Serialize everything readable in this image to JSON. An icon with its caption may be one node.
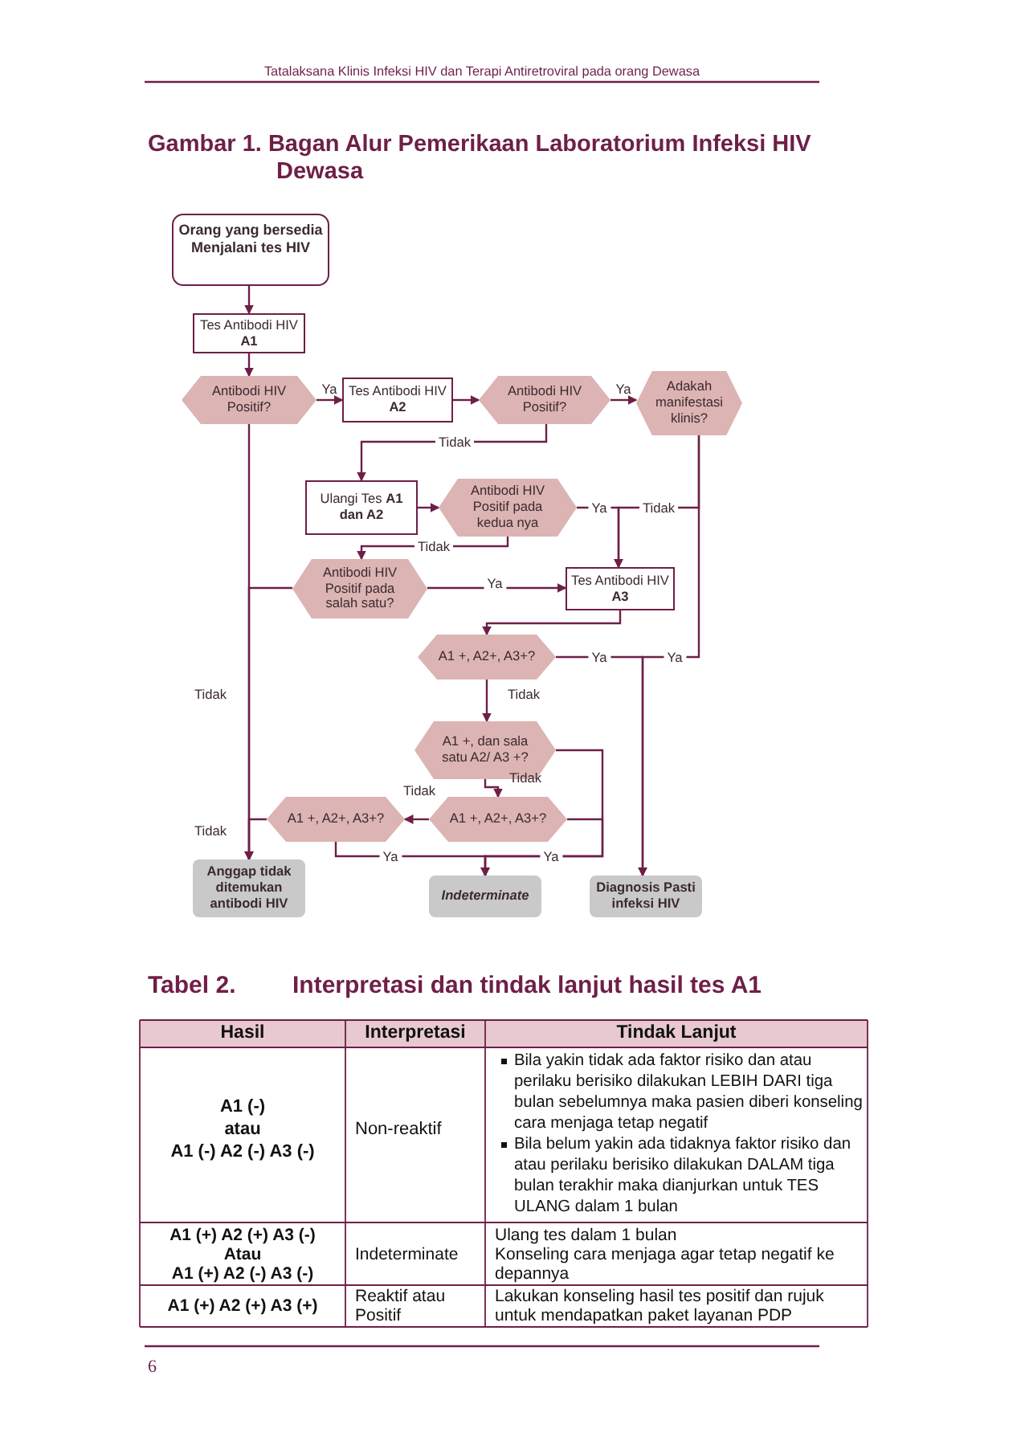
{
  "diagram": {
    "title": "Gambar 1. Bagan Alur Pemerikaan Laboratorium Infeksi HIV Dewasa",
    "nodes": [
      {
        "text": [
          "Orang yang bersedia Menjalani tes HIV"
        ]
      },
      {
        "text": [
          "Tes Antibodi HIV **A1**"
        ]
      },
      {
        "text": [
          "Antibodi HIV Positif?"
        ]
      },
      {
        "text": [
          "Tes Antibodi HIV **A2**"
        ]
      },
      {
        "text": [
          "Antibodi HIV Positif?"
        ]
      },
      {
        "text": [
          "Adakah manifestasi klinis?"
        ]
      },
      {
        "text": [
          "Ulangi Tes **A1 dan A2**"
        ]
      },
      {
        "text": [
          "Antibodi HIV Positif pada kedua nya"
        ]
      },
      {
        "text": [
          "Antibodi HIV Positif pada salah satu?"
        ]
      },
      {
        "text": [
          "Tes Antibodi HIV **A3**"
        ]
      },
      {
        "text": [
          "A1 +, A2+, A3+?"
        ]
      },
      {
        "text": [
          "A1 +, dan sala satu A2/ A3 +?"
        ]
      },
      {
        "text": [
          "A1 +, A2+, A3+?"
        ]
      },
      {
        "text": [
          "A1 +, A2+, A3+?"
        ]
      },
      {
        "text": [
          "Anggap tidak ditemukan antibodi HIV"
        ]
      },
      {
        "text": [
          "Indeterminate"
        ]
      },
      {
        "text": [
          "Diagnosis Pasti infeksi HIV"
        ]
      }
    ],
    "edges": [
      {
        "from": 0,
        "to": 1,
        "arrow": "to"
      },
      {
        "from": 1,
        "to": 2,
        "arrow": "to"
      },
      {
        "from": 2,
        "to": 3,
        "arrow": "to",
        "label": "Ya"
      },
      {
        "from": 3,
        "to": 4,
        "arrow": "to"
      },
      {
        "from": 4,
        "to": 5,
        "arrow": "to",
        "label": "Ya"
      },
      {
        "from": 4,
        "to": 6,
        "arrow": "to",
        "label": "Tidak"
      },
      {
        "from": 5,
        "to": 9,
        "arrow": "to",
        "label": "Tidak"
      },
      {
        "from": 5,
        "to": 16,
        "arrow": "to",
        "label": "Ya"
      },
      {
        "from": 6,
        "to": 7,
        "arrow": "to"
      },
      {
        "from": 7,
        "to": 9,
        "arrow": "to",
        "label": "Ya"
      },
      {
        "from": 7,
        "to": 8,
        "arrow": "to",
        "label": "Tidak"
      },
      {
        "from": 8,
        "to": 9,
        "arrow": "to",
        "label": "Ya"
      },
      {
        "from": 8,
        "to": 14,
        "arrow": "to"
      },
      {
        "from": 2,
        "to": 14,
        "arrow": "to",
        "label": "Tidak"
      },
      {
        "from": 9,
        "to": 10,
        "arrow": "to"
      },
      {
        "from": 10,
        "to": 16,
        "arrow": "to",
        "label": "Ya"
      },
      {
        "from": 10,
        "to": 11,
        "arrow": "to",
        "label": "Tidak"
      },
      {
        "from": 11,
        "to": 12,
        "arrow": "to",
        "label": "Tidak"
      },
      {
        "from": 11,
        "to": 15,
        "arrow": "to"
      },
      {
        "from": 12,
        "to": 15,
        "arrow": "to",
        "label": "Ya"
      },
      {
        "from": 12,
        "to": 13,
        "arrow": "to",
        "label": "Tidak"
      },
      {
        "from": 13,
        "to": 15,
        "arrow": "to",
        "label": "Ya"
      },
      {
        "from": 13,
        "to": 14,
        "arrow": "to",
        "label": "Tidak"
      }
    ],
    "labels": [
      "Tatalaksana Klinis Infeksi HIV dan Terapi Antiretroviral pada orang Dewasa",
      "Tabel 2.",
      "Interpretasi dan tindak lanjut hasil tes A1",
      "Hasil",
      "Interpretasi",
      "Tindak Lanjut",
      "A1 (-)",
      "atau",
      "A1 (-) A2 (-) A3 (-)",
      "Non-reaktif",
      "Bila yakin tidak ada faktor risiko dan atau perilaku berisiko dilakukan LEBIH DARI tiga bulan sebelumnya maka pasien diberi konseling cara menjaga tetap negatif",
      "Bila belum yakin ada tidaknya faktor risiko dan atau perilaku berisiko dilakukan DALAM tiga bulan terakhir maka dianjurkan untuk TES ULANG dalam 1 bulan",
      "A1 (+) A2 (+) A3 (-)",
      "Atau",
      "A1 (+) A2 (-) A3 (-)",
      "Indeterminate",
      "Ulang tes dalam 1 bulan",
      "Konseling cara menjaga agar tetap negatif ke depannya",
      "A1 (+) A2 (+) A3 (+)",
      "Reaktif atau Positif",
      "Lakukan konseling hasil tes positif dan rujuk untuk mendapatkan paket layanan PDP",
      "6"
    ]
  }
}
